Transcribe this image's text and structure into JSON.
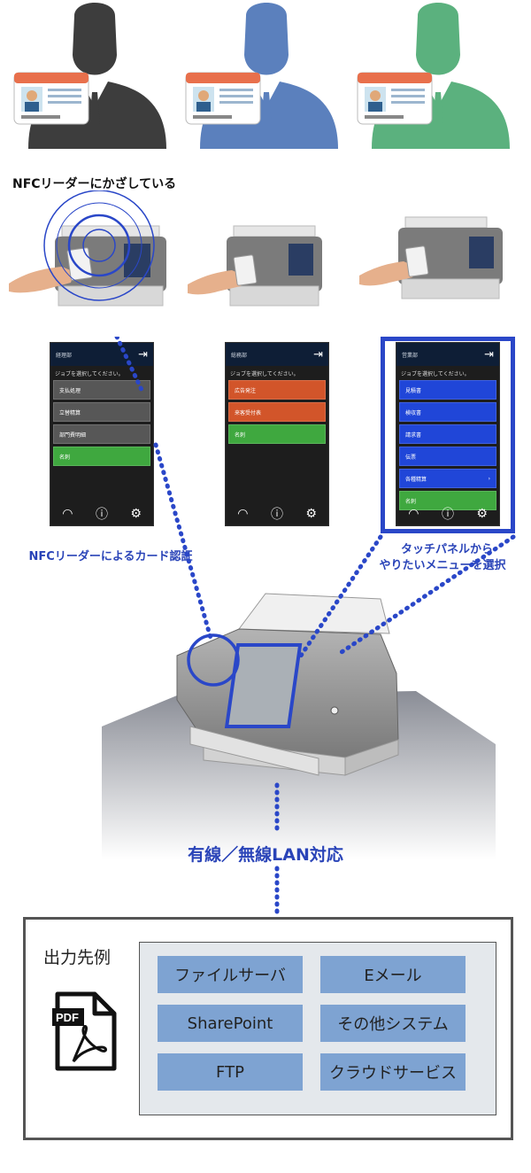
{
  "caption_nfc_hold": "NFCリーダーにかざしている",
  "screens": [
    {
      "dept": "経理部",
      "prompt": "ジョブを選択してください。",
      "items": [
        {
          "label": "支払処理",
          "color": "gray"
        },
        {
          "label": "立替精算",
          "color": "gray"
        },
        {
          "label": "部門費明細",
          "color": "gray"
        },
        {
          "label": "名刺",
          "color": "green"
        }
      ]
    },
    {
      "dept": "総務部",
      "prompt": "ジョブを選択してください。",
      "items": [
        {
          "label": "広告発注",
          "color": "orange"
        },
        {
          "label": "来客受付表",
          "color": "orange"
        },
        {
          "label": "名刺",
          "color": "green"
        }
      ]
    },
    {
      "dept": "営業部",
      "prompt": "ジョブを選択してください。",
      "items": [
        {
          "label": "見積書",
          "color": "blue"
        },
        {
          "label": "検収書",
          "color": "blue"
        },
        {
          "label": "請求書",
          "color": "blue"
        },
        {
          "label": "伝票",
          "color": "blue"
        },
        {
          "label": "各種精算",
          "color": "blue",
          "chevron": "›"
        },
        {
          "label": "名刺",
          "color": "green"
        }
      ]
    }
  ],
  "label_nfc_auth": "NFCリーダーによるカード認証",
  "label_touch_line1": "タッチパネルから",
  "label_touch_line2": "やりたいメニューを選択",
  "label_lan": "有線／無線LAN対応",
  "output": {
    "title": "出力先例",
    "pdf_text": "PDF",
    "destinations": [
      "ファイルサーバ",
      "Eメール",
      "SharePoint",
      "その他システム",
      "FTP",
      "クラウドサービス"
    ]
  },
  "colors": {
    "person1": "#3d3d3d",
    "person2": "#5b80bd",
    "person3": "#5bb17e",
    "accent_blue": "#2a44b8",
    "dest_fill": "#7ea3d2"
  }
}
